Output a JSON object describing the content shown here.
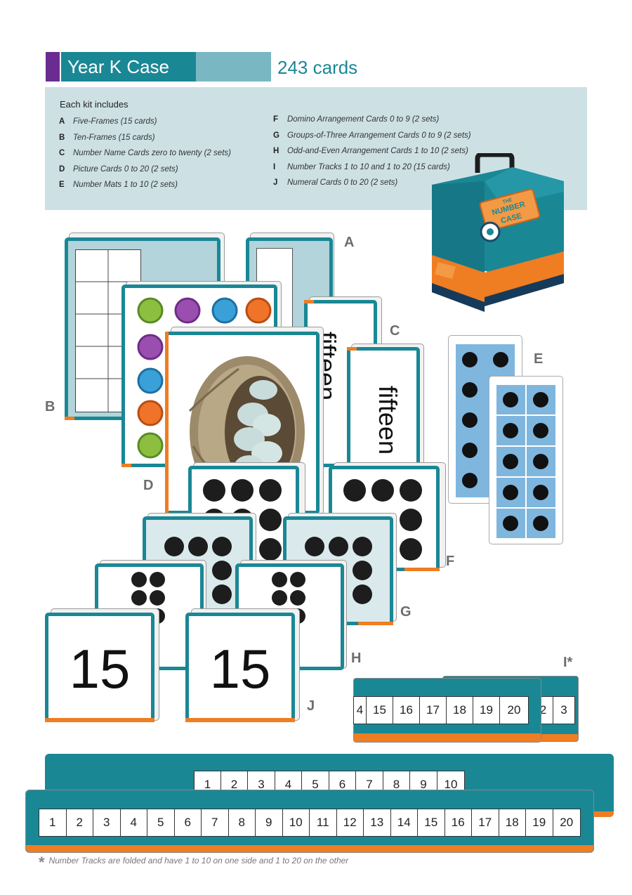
{
  "header": {
    "title": "Year K Case",
    "card_count": "243 cards"
  },
  "kit": {
    "title": "Each kit includes",
    "items_left": [
      {
        "letter": "A",
        "text": "Five-Frames (15 cards)"
      },
      {
        "letter": "B",
        "text": "Ten-Frames (15 cards)"
      },
      {
        "letter": "C",
        "text": "Number Name Cards zero to twenty (2 sets)"
      },
      {
        "letter": "D",
        "text": "Picture Cards 0 to 20 (2 sets)"
      },
      {
        "letter": "E",
        "text": "Number Mats 1 to 10 (2 sets)"
      }
    ],
    "items_right": [
      {
        "letter": "F",
        "text": "Domino Arrangement Cards 0 to 9 (2 sets)"
      },
      {
        "letter": "G",
        "text": "Groups-of-Three Arrangement Cards 0 to 9 (2 sets)"
      },
      {
        "letter": "H",
        "text": "Odd-and-Even Arrangement Cards 1 to 10 (2 sets)"
      },
      {
        "letter": "I",
        "text": "Number Tracks 1 to 10 and 1 to 20 (15 cards)"
      },
      {
        "letter": "J",
        "text": "Numeral Cards 0 to 20 (2 sets)"
      }
    ]
  },
  "case": {
    "label_line1": "THE",
    "label_line2": "NUMBER",
    "label_line3": "CASE"
  },
  "labels": {
    "A": "A",
    "B": "B",
    "C": "C",
    "D": "D",
    "E": "E",
    "F": "F",
    "G": "G",
    "H": "H",
    "I": "I*",
    "J": "J"
  },
  "cards": {
    "number_word": "fifteen",
    "numeral": "15"
  },
  "tracks": {
    "short_back": [
      "1",
      "2",
      "3",
      "4",
      "5",
      "6",
      "7",
      "8",
      "9",
      "10"
    ],
    "long_front": [
      "1",
      "2",
      "3",
      "4",
      "5",
      "6",
      "7",
      "8",
      "9",
      "10",
      "11",
      "12",
      "13",
      "14",
      "15",
      "16",
      "17",
      "18",
      "19",
      "20"
    ],
    "folded_front": [
      "4",
      "15",
      "16",
      "17",
      "18",
      "19",
      "20"
    ],
    "folded_back": [
      "2",
      "3"
    ]
  },
  "footnote": {
    "star": "*",
    "text": "Number Tracks  are folded and have 1 to 10 on one side and 1 to 20  on the other"
  },
  "colors": {
    "teal": "#1a8795",
    "purple": "#6a2c91",
    "orange": "#ef7d22",
    "light_blue_panel": "#cde1e5",
    "mat_blue": "#7fb6de"
  }
}
